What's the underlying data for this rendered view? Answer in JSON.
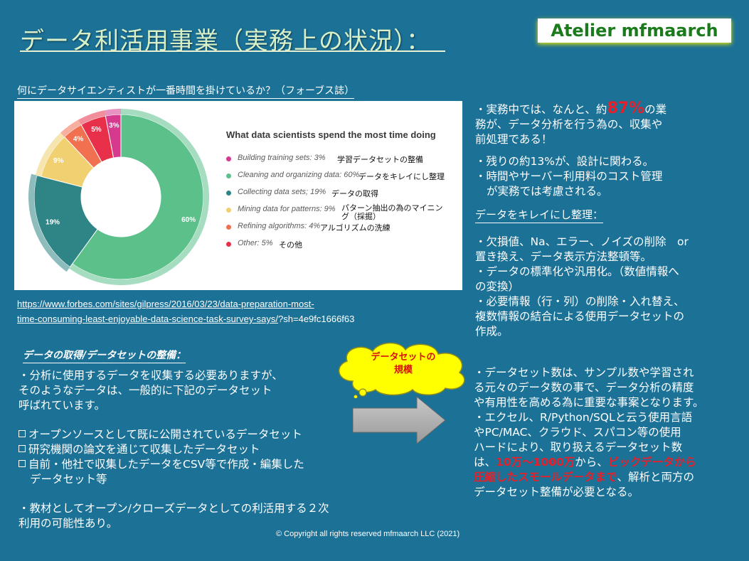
{
  "title": "データ利活用事業（実務上の状況）：",
  "logo": "Atelier mfmaarch",
  "chart_heading": "何にデータサイエンティストが一番時間を掛けているか？（フォーブス誌）",
  "chart_data": {
    "type": "pie",
    "title": "What data scientists spend the most time doing",
    "slices": [
      {
        "label": "Building training sets: 3%",
        "label_jp": "学習データセットの整備",
        "value": 3,
        "value_label": "3%",
        "color": "#d63a8e"
      },
      {
        "label": "Cleaning and organizing data: 60%",
        "label_jp": "データをキレイにし整理",
        "value": 60,
        "value_label": "60%",
        "color": "#5cc08a"
      },
      {
        "label": "Collecting data sets; 19%",
        "label_jp": "データの取得",
        "value": 19,
        "value_label": "19%",
        "color": "#2f8585"
      },
      {
        "label": "Mining data for patterns: 9%",
        "label_jp": "パターン抽出の為のマイニング（採掘）",
        "value": 9,
        "value_label": "9%",
        "color": "#f0d070"
      },
      {
        "label": "Refining algorithms: 4%",
        "label_jp": "アルゴリズムの洗練",
        "value": 4,
        "value_label": "4%",
        "color": "#f07050"
      },
      {
        "label": "Other: 5%",
        "label_jp": "その他",
        "value": 5,
        "value_label": "5%",
        "color": "#e8304a"
      }
    ]
  },
  "source_url_line1": "https://www.forbes.com/sites/gilpress/2016/03/23/data-preparation-most-",
  "source_url_line2": "time-consuming-least-enjoyable-data-science-task-survey-says/",
  "source_url_suffix": "?sh=4e9fc1666f63",
  "right_top": {
    "line1_a": "・実務中では、なんと、約",
    "line1_big": "87%",
    "line1_b": "の業",
    "line2": "務が、データ分析を行う為の、収集や",
    "line3": "前処理である！",
    "line4": "・残りの約13%が、設計に関わる。",
    "line5": "・時間やサーバー利用料のコスト管理",
    "line6": "が実務では考慮される。"
  },
  "cleaning": {
    "heading": "データをキレイにし整理：",
    "lines": [
      "・欠損値、Na、エラー、ノイズの削除　or",
      "置き換え、データ表示方法整頓等。",
      "・データの標準化や汎用化。（数値情報へ",
      "の変換）",
      "・必要情報（行・列）の削除・入れ替え、",
      "複数情報の結合による使用データセットの",
      "作成。"
    ]
  },
  "acquisition": {
    "heading": "データの取得/データセットの整備：",
    "intro": [
      "・分析に使用するデータを収集する必要ありますが、",
      "そのようなデータは、一般的に下記のデータセット",
      "呼ばれています。"
    ],
    "items": [
      "オープンソースとして既に公開されているデータセット",
      "研究機関の論文を通じて収集したデータセット",
      "自前・他社で収集したデータをCSV等で作成・編集した"
    ],
    "item3_cont": "データセット等",
    "outro": [
      "・教材としてオープン/クローズデータとしての利活用する２次",
      "利用の可能性あり。"
    ]
  },
  "cloud": {
    "line1": "データセットの",
    "line2": "規模"
  },
  "scale": {
    "lines": [
      "・データセット数は、サンプル数や学習され",
      "る元々のデータ数の事で、データ分析の精度",
      "や有用性を高める為に重要な事案となります。",
      "・エクセル、R/Python/SQLと云う使用言語",
      "やPC/MAC、クラウド、スパコン等の使用",
      "ハードにより、取り扱えるデータセット数"
    ],
    "line7_a": "は、",
    "line7_red1": "10万～1000万",
    "line7_b": "から、",
    "line7_red2": "ビックデータから",
    "line8_red": "圧縮したスモールデータまで",
    "line8_b": "、解析と両方の",
    "line9": "データセット整備が必要となる。"
  },
  "footer": "© Copyright all rights reserved mfmaarch LLC (2021)"
}
